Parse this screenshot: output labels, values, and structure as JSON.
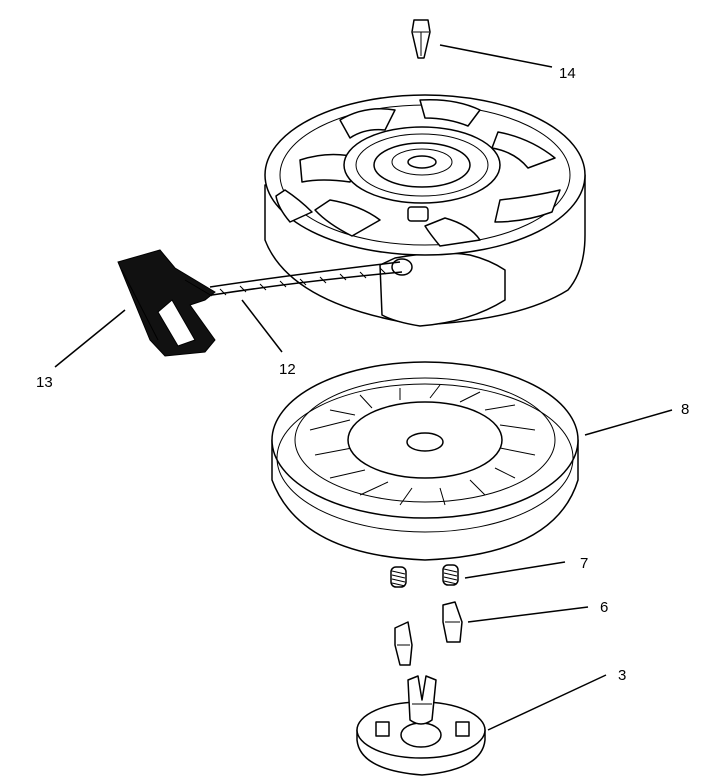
{
  "callouts": {
    "c14": "14",
    "c13": "13",
    "c12": "12",
    "c8": "8",
    "c7": "7",
    "c6": "6",
    "c3": "3"
  }
}
